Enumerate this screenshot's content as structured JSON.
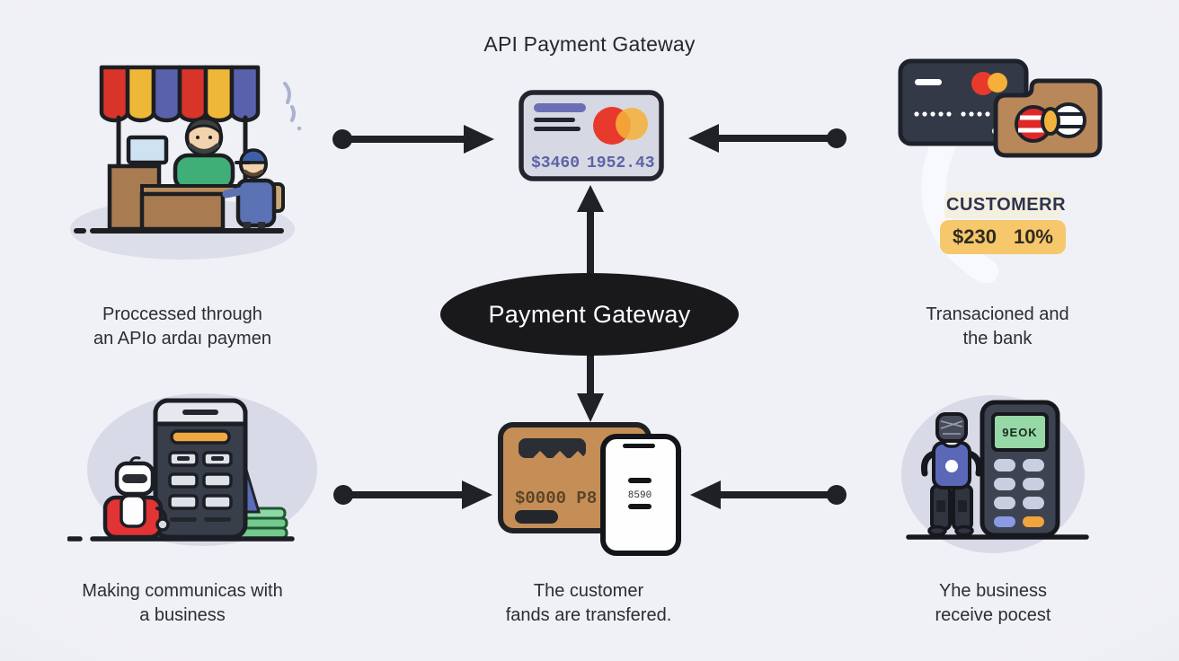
{
  "title": "API Payment Gateway",
  "center_node": {
    "label": "Payment Gateway"
  },
  "gateway_card": {
    "amount": "$3460",
    "number": "1952.43"
  },
  "customer_panel": {
    "title": "CUSTOMERR",
    "amount": "$230",
    "percent": "10%"
  },
  "merchant_card": {
    "value": "$0000 P8"
  },
  "phone": {
    "value": "8590"
  },
  "pos_terminal": {
    "display": "9EOK"
  },
  "captions": {
    "top_left": [
      "Proccessed through",
      "an APIo ardaı paymen"
    ],
    "top_right": [
      "Transacioned and",
      "the bank"
    ],
    "bottom_left": [
      "Making communicas with",
      "a business"
    ],
    "bottom_center": [
      "The customer",
      "fands are transfered."
    ],
    "bottom_right": [
      "Yhe business",
      "receive pocest"
    ]
  },
  "colors": {
    "background": "#eef0f5",
    "ink": "#1f2126",
    "ellipse": "#19191c",
    "awning_red": "#d8342a",
    "awning_yellow": "#eeb737",
    "awning_blue": "#5a61ac",
    "badge_yellow": "#f6c76b",
    "badge_cream": "#f3f0e1",
    "card_brown": "#c68e57",
    "money_green": "#74c98c",
    "screen_green": "#96d8a6"
  }
}
